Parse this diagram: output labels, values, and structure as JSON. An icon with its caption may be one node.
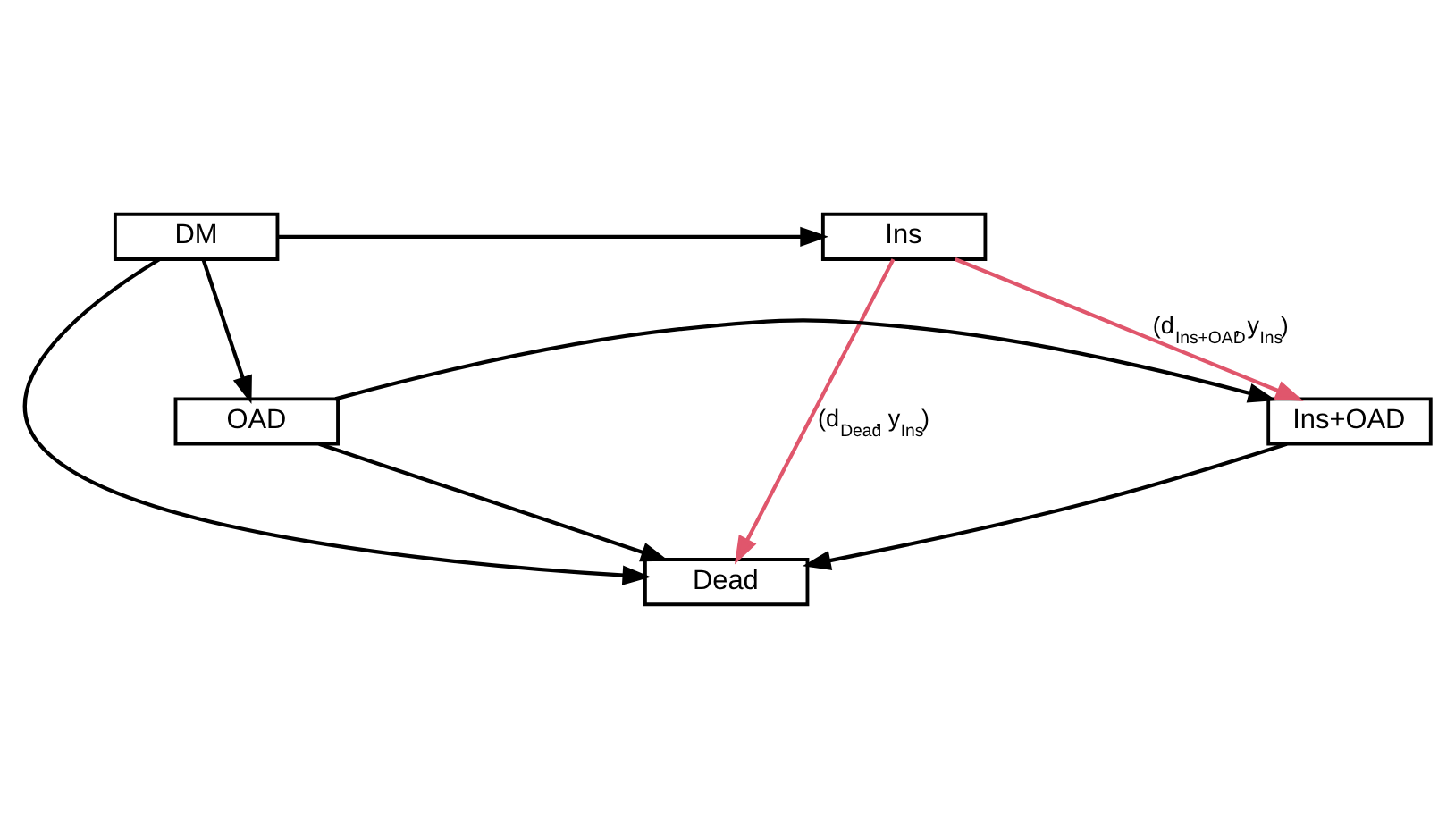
{
  "diagram": {
    "nodes": [
      {
        "text": [
          "DM"
        ]
      },
      {
        "text": [
          "Ins"
        ]
      },
      {
        "text": [
          "Dead"
        ]
      },
      {
        "text": [
          "OAD"
        ]
      },
      {
        "text": [
          "Ins+OAD"
        ]
      }
    ],
    "edges": [
      {
        "from": 0,
        "to": 1,
        "arrow": "to"
      },
      {
        "from": 0,
        "to": 2,
        "arrow": "to"
      },
      {
        "from": 0,
        "to": 3,
        "arrow": "to"
      },
      {
        "from": 1,
        "to": 2,
        "arrow": "to",
        "label": "(d$_{Dead}$, y$_{Ins}$)",
        "color": "#e0566c"
      },
      {
        "from": 1,
        "to": 4,
        "arrow": "to",
        "label": "(d$_{Ins+OAD}$, y$_{Ins}$)",
        "color": "#e0566c"
      },
      {
        "from": 3,
        "to": 2,
        "arrow": "to"
      },
      {
        "from": 3,
        "to": 4,
        "arrow": "to"
      },
      {
        "from": 4,
        "to": 2,
        "arrow": "to"
      }
    ]
  }
}
